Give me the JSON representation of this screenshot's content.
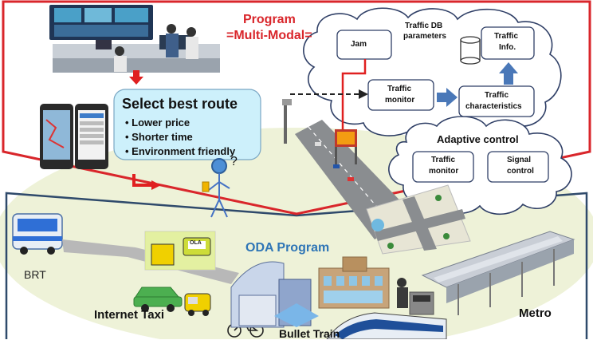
{
  "program": {
    "title_line1": "Program",
    "title_line2": "=Multi-Modal=",
    "title_color": "#d9262b"
  },
  "route_box": {
    "title": "Select best route",
    "bullets": [
      "Lower price",
      "Shorter time",
      "Environment friendly"
    ],
    "question_mark": "?"
  },
  "cloud": {
    "jam": "Jam",
    "traffic_db_params_line1": "Traffic DB",
    "traffic_db_params_line2": "parameters",
    "traffic_info_line1": "Traffic",
    "traffic_info_line2": "Info.",
    "traffic_monitor_line1": "Traffic",
    "traffic_monitor_line2": "monitor",
    "traffic_characteristics_line1": "Traffic",
    "traffic_characteristics_line2": "characteristics"
  },
  "adaptive": {
    "title": "Adaptive control",
    "monitor_line1": "Traffic",
    "monitor_line2": "monitor",
    "signal_line1": "Signal",
    "signal_line2": "control"
  },
  "oda": {
    "title": "ODA Program",
    "title_color": "#2e75b6",
    "labels": {
      "brt": "BRT",
      "internet_taxi": "Internet Taxi",
      "bullet_train": "Bullet Train",
      "metro": "Metro"
    },
    "taxi_brand": "OLA"
  },
  "colors": {
    "red_frame": "#d9262b",
    "blue_frame": "#2f4a6b",
    "box_fill": "#cdf0fb",
    "arrow_blue": "#4a78b8"
  }
}
